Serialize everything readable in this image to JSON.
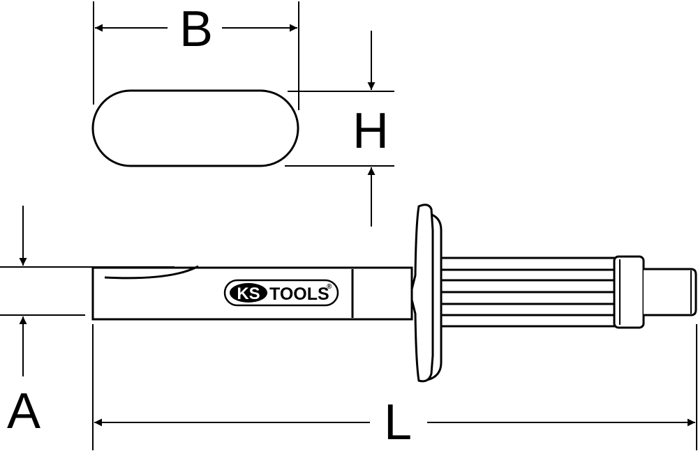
{
  "dimensions": {
    "width_label": "B",
    "height_label": "H",
    "tip_label": "A",
    "length_label": "L"
  },
  "brand": {
    "logo_prefix": "KS",
    "logo_suffix": "TOOLS",
    "registered_mark": "®"
  },
  "colors": {
    "line": "#000000",
    "background": "#ffffff"
  }
}
